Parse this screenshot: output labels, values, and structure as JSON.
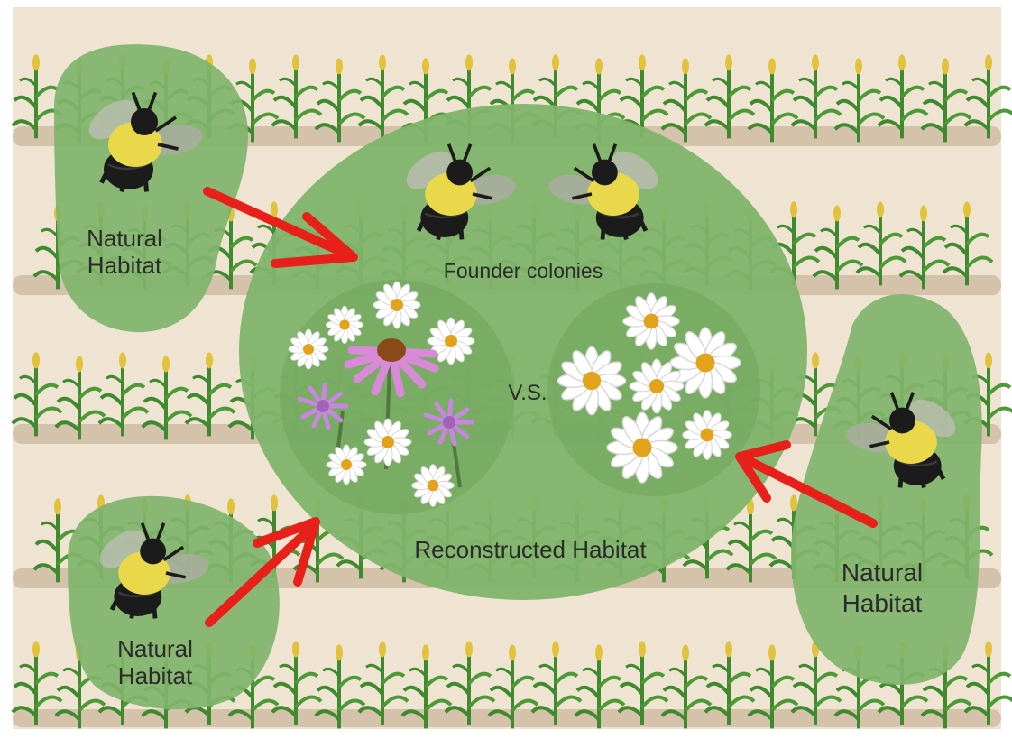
{
  "labels": {
    "natural_top_left": [
      "Natural",
      "Habitat"
    ],
    "natural_bottom_left": [
      "Natural",
      "Habitat"
    ],
    "natural_right": [
      "Natural",
      "Habitat"
    ],
    "founder_colonies": "Founder colonies",
    "reconstructed_habitat": "Reconstructed Habitat",
    "versus": "V.S."
  },
  "colors": {
    "field_background": "#efe3d2",
    "soil_row": "#cbb49a",
    "corn_leaf": "#3f8a2e",
    "corn_tassel": "#e2c23a",
    "habitat_fill": "#7fb46a",
    "arrow": "#e8201a",
    "bee_yellow": "#e8d84a",
    "bee_black": "#1b1b1b",
    "daisy_petal": "#ffffff",
    "daisy_center": "#e2a21a",
    "coneflower_petal": "#d88ad8",
    "coneflower_center": "#8a4a18",
    "bergamot": "#c886e0"
  }
}
